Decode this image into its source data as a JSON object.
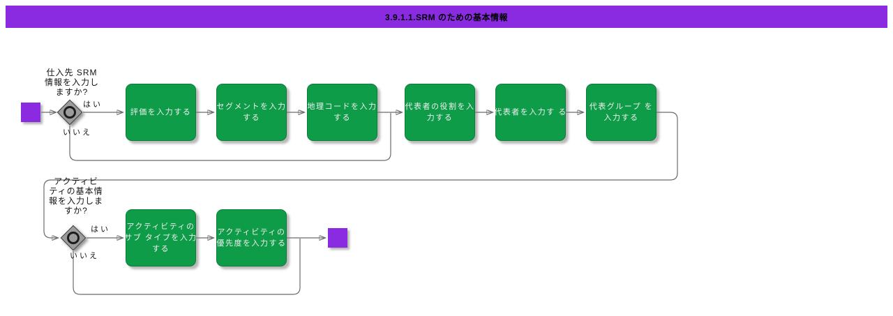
{
  "header": {
    "title": "3.9.1.1.SRM のための基本情報",
    "background_color": "#8A2BE2",
    "text_color": "#000000"
  },
  "colors": {
    "task_green": "#0E9C49",
    "node_purple": "#8A2BE2",
    "connector_gray": "#6B6B6B",
    "gateway_gray": "#9C9C9C"
  },
  "flow": {
    "row1": {
      "question": "仕入先 SRM\n情報を入力し\nますか?",
      "yes_label": "はい",
      "no_label": "いいえ",
      "steps": [
        "評価を入力する",
        "セグメントを入力\nする",
        "地理コードを入力\nする",
        "代表者の役割を入\n力する",
        "代表者を入力す る",
        "代表グループ を\n入力する"
      ]
    },
    "row2": {
      "question": "アクティビ\nティの基本情\n報を入力しま\nすか?",
      "yes_label": "はい",
      "no_label": "いいえ",
      "steps": [
        "アクティビティの\nサブ タイプを入力\nする",
        "アクティビティの\n優先度を入力する"
      ]
    }
  }
}
